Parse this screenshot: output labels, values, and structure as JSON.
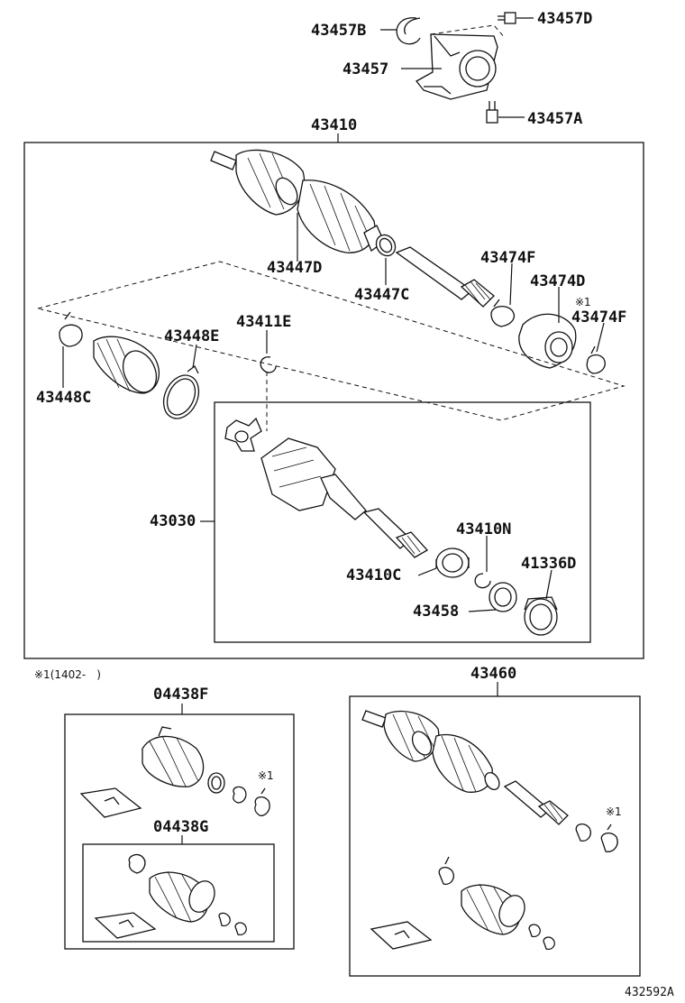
{
  "labels": {
    "p43457B": "43457B",
    "p43457D": "43457D",
    "p43457": "43457",
    "p43457A": "43457A",
    "p43410": "43410",
    "p43447D": "43447D",
    "p43447C": "43447C",
    "p43474F_top": "43474F",
    "p43474D": "43474D",
    "note_mark_mid": "※1",
    "p43474F_right": "43474F",
    "p43448E": "43448E",
    "p43411E": "43411E",
    "p43448C": "43448C",
    "p43030": "43030",
    "p43410N": "43410N",
    "p41336D": "41336D",
    "p43410C": "43410C",
    "p43458": "43458",
    "footnote": "※1(1402-　)",
    "p04438F": "04438F",
    "note_mark_kit_f": "※1",
    "p04438G": "04438G",
    "p43460": "43460",
    "note_mark_43460": "※1",
    "diagram_id": "432592A"
  }
}
